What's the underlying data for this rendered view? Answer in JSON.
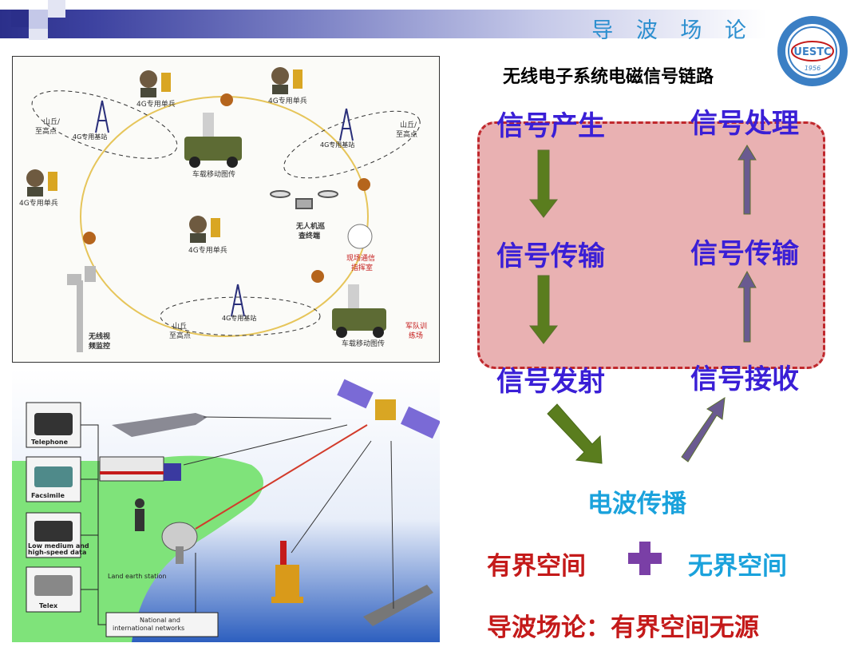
{
  "header": {
    "course_title": "导 波 场 论",
    "logo_text": "UESTC",
    "logo_year": "1956"
  },
  "network_diagram": {
    "soldier_label": "4G专用单兵",
    "base_station_label": "4G专用基站",
    "vehicle_label": "车载移动图传",
    "hill_label_line1": "山丘/",
    "hill_label_line2": "至高点",
    "hill_label_alt_line1": "山丘",
    "drone_label_line1": "无人机巡",
    "drone_label_line2": "查终端",
    "command_label_line1": "现场通信",
    "command_label_line2": "指挥室",
    "monitor_label_line1": "无线视",
    "monitor_label_line2": "频监控",
    "training_label_line1": "军队训",
    "training_label_line2": "练场"
  },
  "satellite_diagram": {
    "telephone": "Telephone",
    "facsimile": "Facsimile",
    "data_line1": "Low medium and",
    "data_line2": "high-speed data",
    "telex": "Telex",
    "land_station": "Land earth station",
    "networks_line1": "National and",
    "networks_line2": "international networks"
  },
  "chain": {
    "title": "无线电子系统电磁信号链路",
    "generate": "信号产生",
    "process": "信号处理",
    "transmit_left": "信号传输",
    "transmit_right": "信号传输",
    "emit": "信号发射",
    "receive": "信号接收",
    "propagation": "电波传播",
    "bounded": "有界空间",
    "unbounded": "无界空间",
    "summary": "导波场论：有界空间无源"
  },
  "colors": {
    "signal_text": "#3a1fd6",
    "accent_red": "#c41a1a",
    "accent_blue": "#1aa2dc",
    "box_fill": "#e9b1b2",
    "box_border": "#c0282d",
    "arrow_green": "#5a7d1e",
    "plus_purple": "#7a3fa6"
  }
}
